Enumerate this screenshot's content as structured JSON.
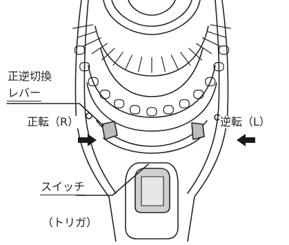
{
  "labels": {
    "switch_lever_line1": "正逆切換",
    "switch_lever_line2": "レバー",
    "forward": "正転（R）",
    "reverse": "逆転（L）",
    "trigger_line1": "スイッチ",
    "trigger_line2": "（トリガ）"
  },
  "colors": {
    "ink": "#222222",
    "trigger_fill": "#cfcfcf",
    "trigger_face": "#e6e6e6",
    "lever_fill": "#bdbdbd",
    "arrow": "#1a1a1a"
  },
  "icons": {
    "forward_arrow": "arrow-right-icon",
    "reverse_arrow": "arrow-left-icon"
  }
}
